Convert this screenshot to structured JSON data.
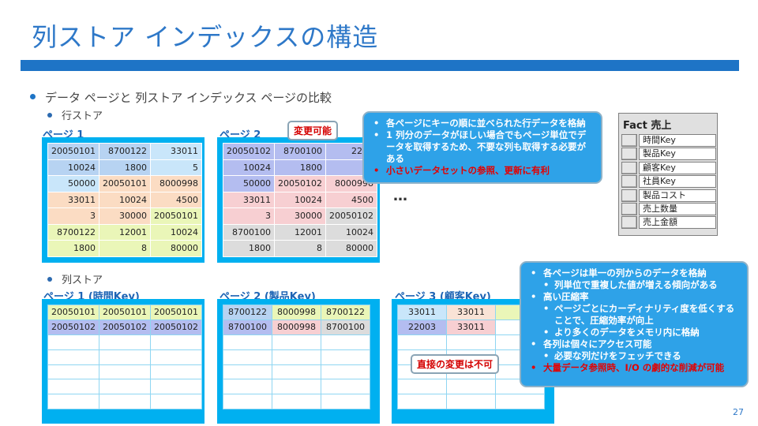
{
  "title": "列ストア インデックスの構造",
  "bullets": {
    "main": "データ ページと 列ストア インデックス ページの比較",
    "row_store": "行ストア",
    "col_store": "列ストア"
  },
  "row_pages": [
    {
      "label": "ページ 1",
      "rows": [
        [
          "20050101",
          "8700122",
          "33011"
        ],
        [
          "10024",
          "1800",
          "5"
        ],
        [
          "50000",
          "20050101",
          "8000998"
        ],
        [
          "33011",
          "10024",
          "4500"
        ],
        [
          "3",
          "30000",
          "20050101"
        ],
        [
          "8700122",
          "12001",
          "10024"
        ],
        [
          "1800",
          "8",
          "80000"
        ]
      ]
    },
    {
      "label": "ページ 2",
      "rows": [
        [
          "20050102",
          "8700100",
          "2200"
        ],
        [
          "10024",
          "1800",
          ""
        ],
        [
          "50000",
          "20050102",
          "8000998"
        ],
        [
          "33011",
          "10024",
          "4500"
        ],
        [
          "3",
          "30000",
          "20050102"
        ],
        [
          "8700100",
          "12001",
          "10024"
        ],
        [
          "1800",
          "8",
          "80000"
        ]
      ]
    }
  ],
  "col_pages": [
    {
      "label": "ページ 1 (時間Key)",
      "rows": [
        [
          "20050101",
          "20050101",
          "20050101"
        ],
        [
          "20050102",
          "20050102",
          "20050102"
        ]
      ]
    },
    {
      "label": "ページ 2 (製品Key)",
      "rows": [
        [
          "8700122",
          "8000998",
          "8700122"
        ],
        [
          "8700100",
          "8000998",
          "8700100"
        ]
      ]
    },
    {
      "label": "ページ 3 (顧客Key)",
      "rows": [
        [
          "33011",
          "33011",
          ""
        ],
        [
          "22003",
          "33011",
          ""
        ]
      ]
    }
  ],
  "labels": {
    "changeable": "変更可能",
    "no_direct_change": "直接の変更は不可",
    "ellipsis": "…"
  },
  "callout_row": [
    "各ページにキーの順に並べられた行データを格納",
    "1 列分のデータがほしい場合でもページ単位でデータを取得するため、不要な列も取得する必要がある",
    "小さいデータセットの参照、更新に有利"
  ],
  "callout_col": [
    "各ページは単一の列からのデータを格納",
    "列単位で重複した値が増える傾向がある",
    "高い圧縮率",
    "ページごとにカーディナリティ度を低くすることで、圧縮効率が向上",
    "より多くのデータをメモリ内に格納",
    "各列は個々にアクセス可能",
    "必要な列だけをフェッチできる",
    "大量データ参照時、I/O の劇的な削減が可能"
  ],
  "fact_table": {
    "title": "Fact 売上",
    "columns": [
      "時間Key",
      "製品Key",
      "顧客Key",
      "社員Key",
      "製品コスト",
      "売上数量",
      "売上金額"
    ]
  },
  "page_number": "27"
}
